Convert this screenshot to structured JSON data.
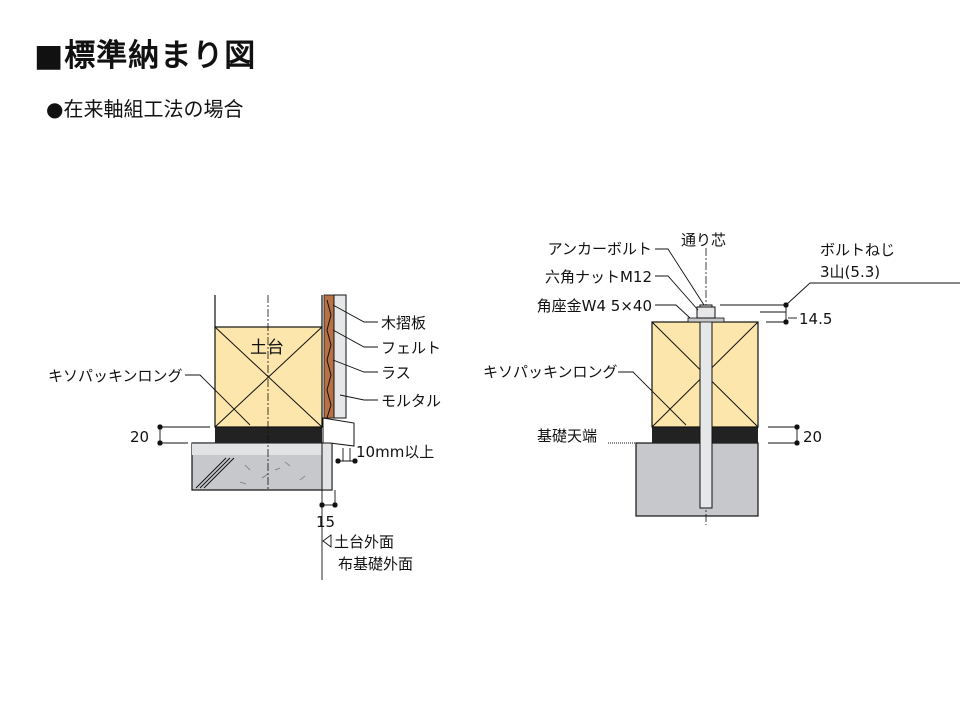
{
  "header": {
    "title": "■標準納まり図",
    "subtitle": "●在来軸組工法の場合"
  },
  "left_diagram": {
    "sill_label": "土台",
    "wall_layers": [
      "木摺板",
      "フェルト",
      "ラス",
      "モルタル"
    ],
    "packing_label": "キソパッキンロング",
    "dim_packing": "20",
    "dim_gap": "10mm以上",
    "dim_offset": "15",
    "face_label_1": "土台外面",
    "face_label_2": "布基礎外面"
  },
  "right_diagram": {
    "centerline_label": "通り芯",
    "anchor_bolt": "アンカーボルト",
    "hex_nut": "六角ナットM12",
    "washer": "角座金W4 5×40",
    "packing_label": "キソパッキンロング",
    "foundation_top": "基礎天端",
    "thread_label_1": "ボルトねじ",
    "thread_label_2": "3山(5.3)",
    "dim_bolt": "14.5",
    "dim_packing": "20"
  },
  "colors": {
    "wood": "#fde6ab",
    "packing": "#222222",
    "concrete": "#c6c8cb",
    "lath": "#b87045",
    "mortar": "#e6e7e9"
  }
}
